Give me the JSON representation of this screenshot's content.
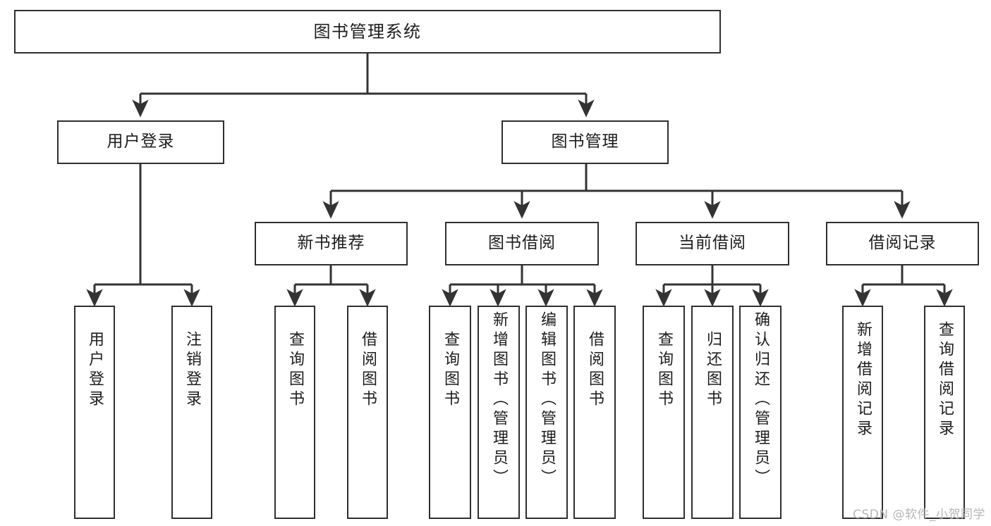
{
  "diagram": {
    "type": "hierarchy-tree",
    "title": "图书管理系统",
    "watermark": "CSDN @软件_小贺同学",
    "colors": {
      "box_border": "#2f2f2f",
      "box_fill": "#ffffff",
      "edge": "#333333",
      "text": "#1d1d1d",
      "watermark": "#b6b6b6",
      "background": "#ffffff"
    },
    "nodes": {
      "root": {
        "label": "图书管理系统",
        "level": 0
      },
      "l1": [
        {
          "id": "user_login",
          "label": "用户登录"
        },
        {
          "id": "book_manage",
          "label": "图书管理"
        }
      ],
      "l2": [
        {
          "id": "new_book_rec",
          "label": "新书推荐",
          "parent": "book_manage"
        },
        {
          "id": "book_borrow",
          "label": "图书借阅",
          "parent": "book_manage"
        },
        {
          "id": "current_borrow",
          "label": "当前借阅",
          "parent": "book_manage"
        },
        {
          "id": "borrow_record",
          "label": "借阅记录",
          "parent": "book_manage"
        }
      ],
      "leaves": [
        {
          "id": "leaf_user_login",
          "label": "用户登录",
          "parent": "user_login"
        },
        {
          "id": "leaf_user_logout",
          "label": "注销登录",
          "parent": "user_login"
        },
        {
          "id": "leaf_query_book_a",
          "label": "查询图书",
          "parent": "new_book_rec"
        },
        {
          "id": "leaf_borrow_book_a",
          "label": "借阅图书",
          "parent": "new_book_rec"
        },
        {
          "id": "leaf_query_book_b",
          "label": "查询图书",
          "parent": "book_borrow"
        },
        {
          "id": "leaf_add_book",
          "label": "新增图书（管理员）",
          "parent": "book_borrow"
        },
        {
          "id": "leaf_edit_book",
          "label": "编辑图书（管理员）",
          "parent": "book_borrow"
        },
        {
          "id": "leaf_borrow_book_b",
          "label": "借阅图书",
          "parent": "book_borrow"
        },
        {
          "id": "leaf_query_book_c",
          "label": "查询图书",
          "parent": "current_borrow"
        },
        {
          "id": "leaf_return_book",
          "label": "归还图书",
          "parent": "current_borrow"
        },
        {
          "id": "leaf_confirm_return",
          "label": "确认归还（管理员）",
          "parent": "current_borrow"
        },
        {
          "id": "leaf_add_record",
          "label": "新增借阅记录",
          "parent": "borrow_record"
        },
        {
          "id": "leaf_query_record",
          "label": "查询借阅记录",
          "parent": "borrow_record"
        }
      ]
    }
  }
}
